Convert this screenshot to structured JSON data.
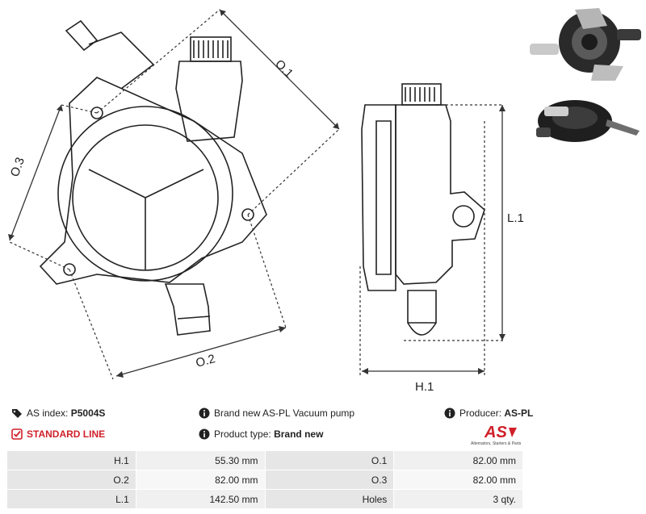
{
  "drawing": {
    "labels": {
      "o1": "O.1",
      "o2": "O.2",
      "o3": "O.3",
      "l1": "L.1",
      "h1": "H.1"
    }
  },
  "info": {
    "as_index_label": "AS index:",
    "as_index_value": "P5004S",
    "description": "Brand new AS-PL Vacuum pump",
    "producer_label": "Producer:",
    "producer_value": "AS-PL",
    "standard_line": "STANDARD LINE",
    "product_type_label": "Product type:",
    "product_type_value": "Brand new"
  },
  "logo": {
    "text": "AS",
    "tagline": "Alternators, Starters & Parts",
    "color": "#d0202a"
  },
  "specs": [
    {
      "l1": "H.1",
      "v1": "55.30 mm",
      "l2": "O.1",
      "v2": "82.00 mm"
    },
    {
      "l1": "O.2",
      "v1": "82.00 mm",
      "l2": "O.3",
      "v2": "82.00 mm"
    },
    {
      "l1": "L.1",
      "v1": "142.50 mm",
      "l2": "Holes",
      "v2": "3 qty."
    }
  ]
}
